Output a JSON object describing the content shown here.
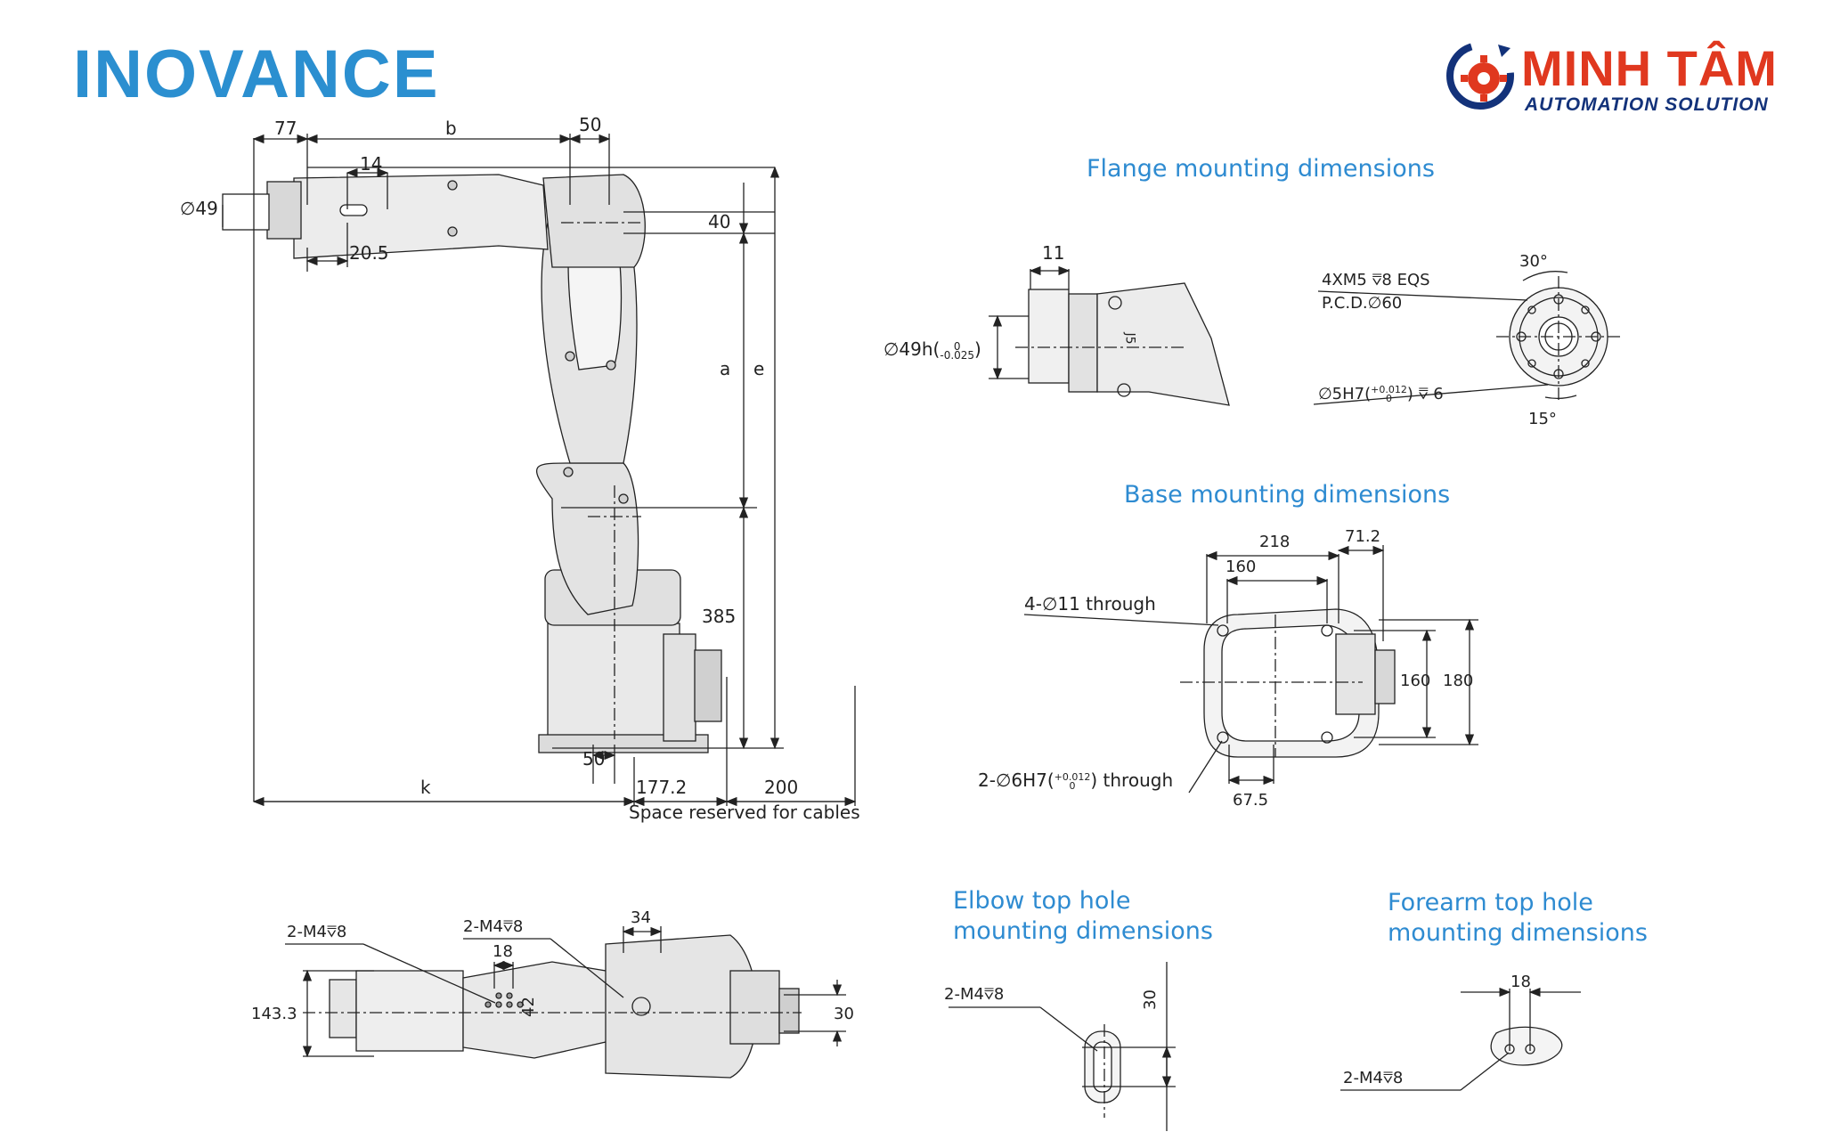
{
  "brand": {
    "left_logo": "INOVANCE",
    "right_logo_title": "MINH TÂM",
    "right_logo_subtitle": "AUTOMATION SOLUTION",
    "colors": {
      "inovance_blue": "#2b8fd0",
      "minhtam_red": "#e0381f",
      "minhtam_navy": "#13327a",
      "heading_blue": "#2e8bd1"
    }
  },
  "sections": {
    "flange": "Flange mounting dimensions",
    "base": "Base mounting dimensions",
    "elbow_line1": "Elbow top hole",
    "elbow_line2": "mounting dimensions",
    "forearm_line1": "Forearm top hole",
    "forearm_line2": "mounting dimensions"
  },
  "side_view": {
    "d77": "77",
    "b": "b",
    "d50_top": "50",
    "d14": "14",
    "phi49": "∅49",
    "d40": "40",
    "d20_5": "20.5",
    "a": "a",
    "e": "e",
    "d385": "385",
    "d50_bottom": "50",
    "k": "k",
    "d177_2": "177.2",
    "d200": "200",
    "cable_note": "Space reserved for cables"
  },
  "flange_view": {
    "d11": "11",
    "phi49h": "∅49h(",
    "phi49h_tol_top": "0",
    "phi49h_tol_bot": "-0.025",
    "paren_close": ")",
    "m5": "4XM5 ⩢8  EQS",
    "pcd": "P.C.D.∅60",
    "deg30": "30°",
    "phi5h7": "∅5H7(",
    "phi5_tol_top": "+0.012",
    "phi5_tol_bot": "0",
    "phi5_tail": ") ⩢ 6",
    "deg15": "15°",
    "j5_label": "J5"
  },
  "base_view": {
    "d218": "218",
    "d71_2": "71.2",
    "d160_top": "160",
    "d160_side": "160",
    "d180": "180",
    "holes": "4-∅11 through",
    "pins": "2-∅6H7(",
    "pins_tol_top": "+0.012",
    "pins_tol_bot": "0",
    "pins_tail": ") through",
    "d67_5": "67.5"
  },
  "top_view": {
    "m4_left": "2-M4⩢8",
    "m4_mid": "2-M4⩢8",
    "d18": "18",
    "d34": "34",
    "d42": "42",
    "d143_3": "143.3",
    "d30": "30"
  },
  "elbow_view": {
    "m4": "2-M4⩢8",
    "d30": "30"
  },
  "forearm_view": {
    "d18": "18",
    "m4": "2-M4⩢8"
  }
}
